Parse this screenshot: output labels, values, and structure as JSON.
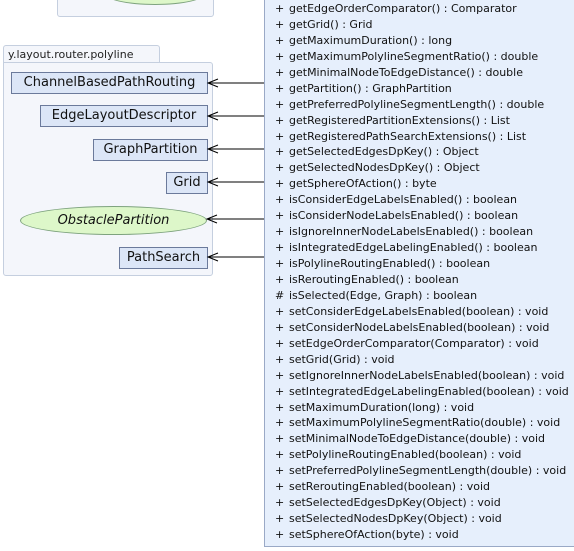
{
  "package": {
    "name": "y.layout.router.polyline"
  },
  "classes": [
    {
      "name": "ChannelBasedPathRouting",
      "kind": "class"
    },
    {
      "name": "EdgeLayoutDescriptor",
      "kind": "class"
    },
    {
      "name": "GraphPartition",
      "kind": "class"
    },
    {
      "name": "Grid",
      "kind": "class"
    },
    {
      "name": "ObstaclePartition",
      "kind": "interface"
    },
    {
      "name": "PathSearch",
      "kind": "class"
    }
  ],
  "main_class": {
    "members": [
      {
        "vis": "+",
        "sig": "getEdgeOrderComparator() : Comparator"
      },
      {
        "vis": "+",
        "sig": "getGrid() : Grid"
      },
      {
        "vis": "+",
        "sig": "getMaximumDuration() : long"
      },
      {
        "vis": "+",
        "sig": "getMaximumPolylineSegmentRatio() : double"
      },
      {
        "vis": "+",
        "sig": "getMinimalNodeToEdgeDistance() : double"
      },
      {
        "vis": "+",
        "sig": "getPartition() : GraphPartition"
      },
      {
        "vis": "+",
        "sig": "getPreferredPolylineSegmentLength() : double"
      },
      {
        "vis": "+",
        "sig": "getRegisteredPartitionExtensions() : List"
      },
      {
        "vis": "+",
        "sig": "getRegisteredPathSearchExtensions() : List"
      },
      {
        "vis": "+",
        "sig": "getSelectedEdgesDpKey() : Object"
      },
      {
        "vis": "+",
        "sig": "getSelectedNodesDpKey() : Object"
      },
      {
        "vis": "+",
        "sig": "getSphereOfAction() : byte"
      },
      {
        "vis": "+",
        "sig": "isConsiderEdgeLabelsEnabled() : boolean"
      },
      {
        "vis": "+",
        "sig": "isConsiderNodeLabelsEnabled() : boolean"
      },
      {
        "vis": "+",
        "sig": "isIgnoreInnerNodeLabelsEnabled() : boolean"
      },
      {
        "vis": "+",
        "sig": "isIntegratedEdgeLabelingEnabled() : boolean"
      },
      {
        "vis": "+",
        "sig": "isPolylineRoutingEnabled() : boolean"
      },
      {
        "vis": "+",
        "sig": "isReroutingEnabled() : boolean"
      },
      {
        "vis": "#",
        "sig": "isSelected(Edge, Graph) : boolean"
      },
      {
        "vis": "+",
        "sig": "setConsiderEdgeLabelsEnabled(boolean) : void"
      },
      {
        "vis": "+",
        "sig": "setConsiderNodeLabelsEnabled(boolean) : void"
      },
      {
        "vis": "+",
        "sig": "setEdgeOrderComparator(Comparator) : void"
      },
      {
        "vis": "+",
        "sig": "setGrid(Grid) : void"
      },
      {
        "vis": "+",
        "sig": "setIgnoreInnerNodeLabelsEnabled(boolean) : void"
      },
      {
        "vis": "+",
        "sig": "setIntegratedEdgeLabelingEnabled(boolean) : void"
      },
      {
        "vis": "+",
        "sig": "setMaximumDuration(long) : void"
      },
      {
        "vis": "+",
        "sig": "setMaximumPolylineSegmentRatio(double) : void"
      },
      {
        "vis": "+",
        "sig": "setMinimalNodeToEdgeDistance(double) : void"
      },
      {
        "vis": "+",
        "sig": "setPolylineRoutingEnabled(boolean) : void"
      },
      {
        "vis": "+",
        "sig": "setPreferredPolylineSegmentLength(double) : void"
      },
      {
        "vis": "+",
        "sig": "setReroutingEnabled(boolean) : void"
      },
      {
        "vis": "+",
        "sig": "setSelectedEdgesDpKey(Object) : void"
      },
      {
        "vis": "+",
        "sig": "setSelectedNodesDpKey(Object) : void"
      },
      {
        "vis": "+",
        "sig": "setSphereOfAction(byte) : void"
      }
    ]
  },
  "colors": {
    "class_fill": "#dce6f7",
    "class_border": "#6b7a9b",
    "interface_fill": "#ddf7c9",
    "package_fill": "#f4f6fb",
    "arrow": "#000000"
  }
}
